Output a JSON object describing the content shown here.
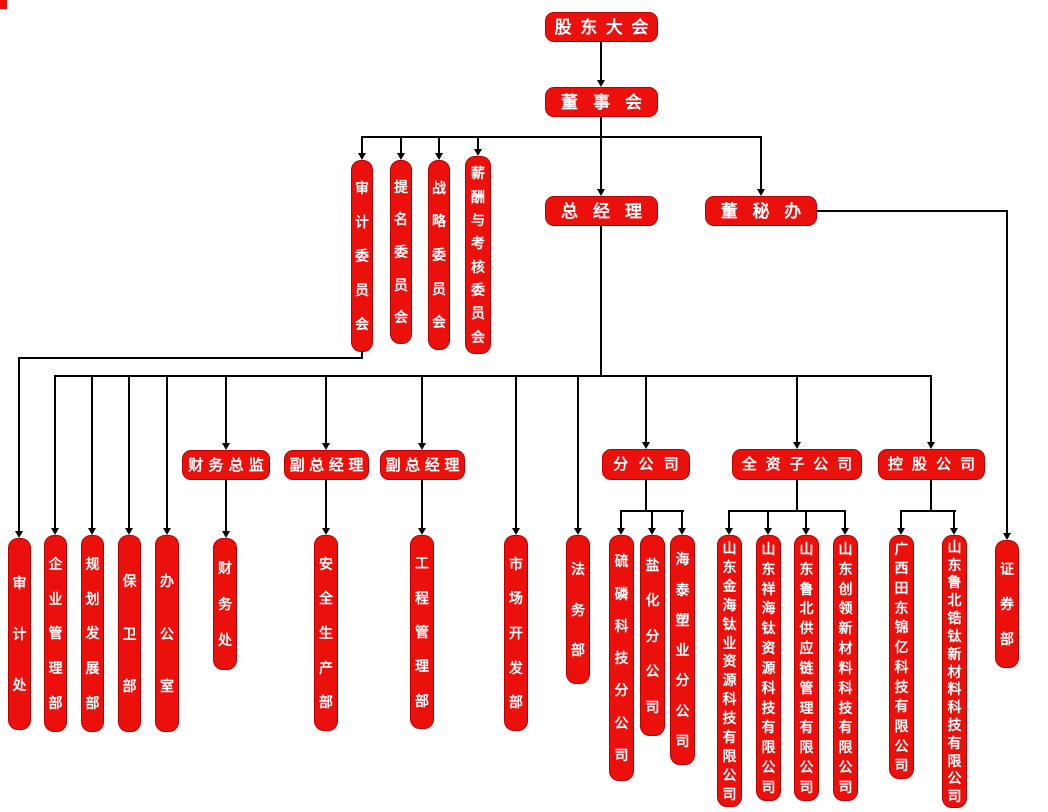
{
  "colors": {
    "node_fill": "#eb100c",
    "node_border": "#b80000",
    "node_text": "#ffffff",
    "line": "#000000",
    "background": "#ffffff"
  },
  "nodes": {
    "shareholders": "股东大会",
    "board": "董事会",
    "audit_committee": "审计委员会",
    "nomination_committee": "提名委员会",
    "strategy_committee": "战略委员会",
    "remuneration_committee": "薪酬与考核委员会",
    "general_manager": "总经理",
    "secretary_office": "董秘办",
    "cfo": "财务总监",
    "deputy_gm_1": "副总经理",
    "deputy_gm_2": "副总经理",
    "branch_companies": "分公司",
    "wholly_owned": "全资子公司",
    "holding_companies": "控股公司",
    "audit_office": "审计处",
    "enterprise_mgmt": "企业管理部",
    "planning_dev": "规划发展部",
    "security_dept": "保卫部",
    "office": "办公室",
    "finance_office": "财务处",
    "safety_production": "安全生产部",
    "engineering_mgmt": "工程管理部",
    "market_dev": "市场开发部",
    "legal_dept": "法务部",
    "sulfur_phosphorus_branch": "硫磷科技分公司",
    "salt_chemical_branch": "盐化分公司",
    "haitai_plastics_branch": "海泰塑业分公司",
    "jinhai_titanium": "山东金海钛业资源科技有限公司",
    "xianghai_titanium": "山东祥海钛资源科技有限公司",
    "lubei_supply_chain": "山东鲁北供应链管理有限公司",
    "chuangling_materials": "山东创领新材料科技有限公司",
    "guangxi_jinyi": "广西田东锦亿科技有限公司",
    "lubei_zirconium": "山东鲁北锆钛新材料科技有限公司",
    "securities_dept": "证券部"
  },
  "edges": [
    [
      "shareholders",
      "board"
    ],
    [
      "board",
      "audit_committee"
    ],
    [
      "board",
      "nomination_committee"
    ],
    [
      "board",
      "strategy_committee"
    ],
    [
      "board",
      "remuneration_committee"
    ],
    [
      "board",
      "general_manager"
    ],
    [
      "board",
      "secretary_office"
    ],
    [
      "audit_committee",
      "audit_office"
    ],
    [
      "general_manager",
      "enterprise_mgmt"
    ],
    [
      "general_manager",
      "planning_dev"
    ],
    [
      "general_manager",
      "security_dept"
    ],
    [
      "general_manager",
      "office"
    ],
    [
      "general_manager",
      "cfo"
    ],
    [
      "general_manager",
      "deputy_gm_1"
    ],
    [
      "general_manager",
      "deputy_gm_2"
    ],
    [
      "general_manager",
      "market_dev"
    ],
    [
      "general_manager",
      "legal_dept"
    ],
    [
      "general_manager",
      "branch_companies"
    ],
    [
      "general_manager",
      "wholly_owned"
    ],
    [
      "general_manager",
      "holding_companies"
    ],
    [
      "cfo",
      "finance_office"
    ],
    [
      "deputy_gm_1",
      "safety_production"
    ],
    [
      "deputy_gm_2",
      "engineering_mgmt"
    ],
    [
      "branch_companies",
      "sulfur_phosphorus_branch"
    ],
    [
      "branch_companies",
      "salt_chemical_branch"
    ],
    [
      "branch_companies",
      "haitai_plastics_branch"
    ],
    [
      "wholly_owned",
      "jinhai_titanium"
    ],
    [
      "wholly_owned",
      "xianghai_titanium"
    ],
    [
      "wholly_owned",
      "lubei_supply_chain"
    ],
    [
      "wholly_owned",
      "chuangling_materials"
    ],
    [
      "holding_companies",
      "guangxi_jinyi"
    ],
    [
      "holding_companies",
      "lubei_zirconium"
    ],
    [
      "secretary_office",
      "securities_dept"
    ]
  ]
}
